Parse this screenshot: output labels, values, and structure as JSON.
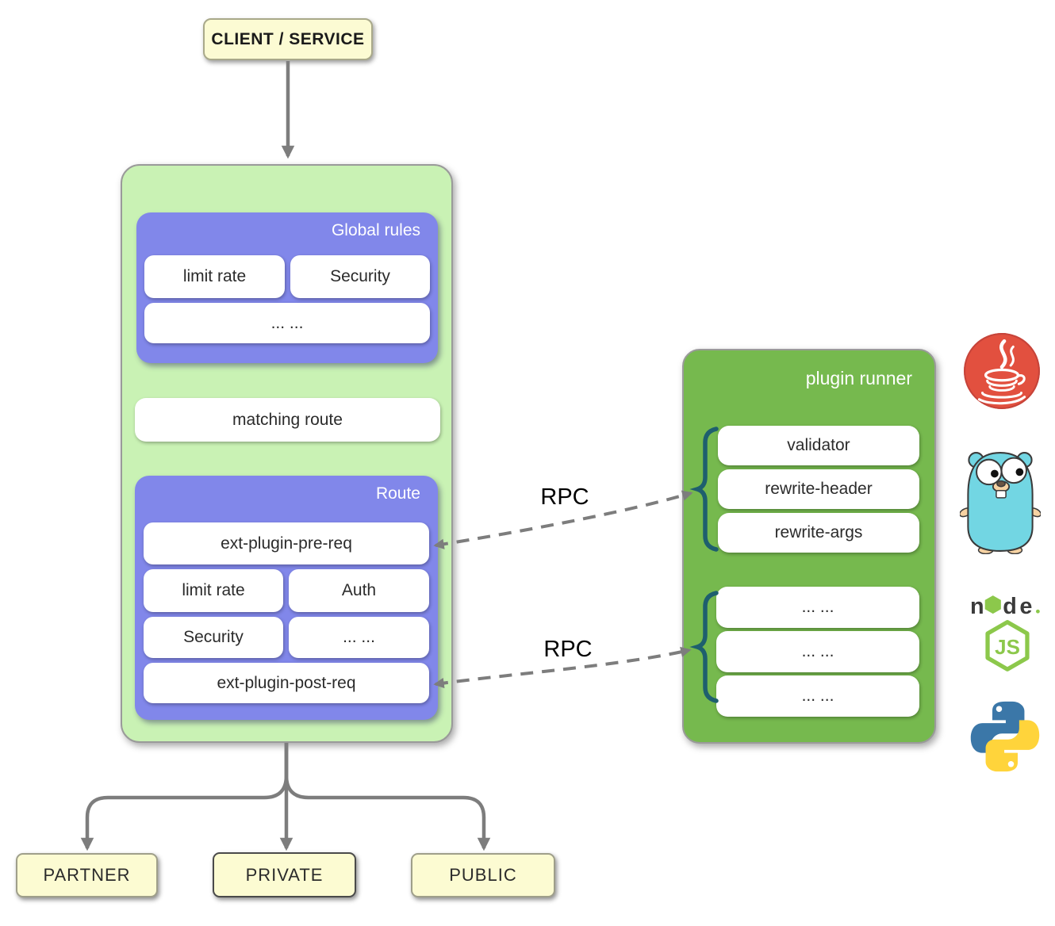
{
  "client": {
    "label": "CLIENT / SERVICE"
  },
  "gateway": {
    "global_rules": {
      "title": "Global rules",
      "plugins": [
        {
          "label": "limit rate"
        },
        {
          "label": "Security"
        },
        {
          "label": "... ..."
        }
      ]
    },
    "matching_route": {
      "label": "matching route"
    },
    "route": {
      "title": "Route",
      "pre_plugin": {
        "label": "ext-plugin-pre-req"
      },
      "plugins": [
        {
          "label": "limit rate"
        },
        {
          "label": "Auth"
        },
        {
          "label": "Security"
        },
        {
          "label": "... ..."
        }
      ],
      "post_plugin": {
        "label": "ext-plugin-post-req"
      }
    }
  },
  "rpc": {
    "pre_label": "RPC",
    "post_label": "RPC"
  },
  "plugin_runner": {
    "title": "plugin runner",
    "named_plugins": [
      {
        "label": "validator"
      },
      {
        "label": "rewrite-header"
      },
      {
        "label": "rewrite-args"
      }
    ],
    "more_plugins": [
      {
        "label": "... ..."
      },
      {
        "label": "... ..."
      },
      {
        "label": "... ..."
      }
    ]
  },
  "runtime_icons": [
    {
      "name": "java"
    },
    {
      "name": "go"
    },
    {
      "name": "nodejs"
    },
    {
      "name": "python"
    }
  ],
  "node_icon": {
    "word_n": "n",
    "word_d": "d",
    "word_e": "e",
    "badge": "JS"
  },
  "upstreams": [
    {
      "label": "PARTNER"
    },
    {
      "label": "PRIVATE"
    },
    {
      "label": "PUBLIC"
    }
  ],
  "colors": {
    "gateway_bg": "#c9f2b4",
    "rule_box_bg": "#8187ea",
    "runner_bg": "#76b94e",
    "note_bg": "#fcfbd2",
    "arrow": "#7d7d7d",
    "brace": "#1e5f6e",
    "java_red": "#e2503f",
    "go_cyan": "#72d6e3",
    "node_green": "#8cc84b",
    "python_blue": "#3b77a8",
    "python_yellow": "#ffd43b"
  }
}
